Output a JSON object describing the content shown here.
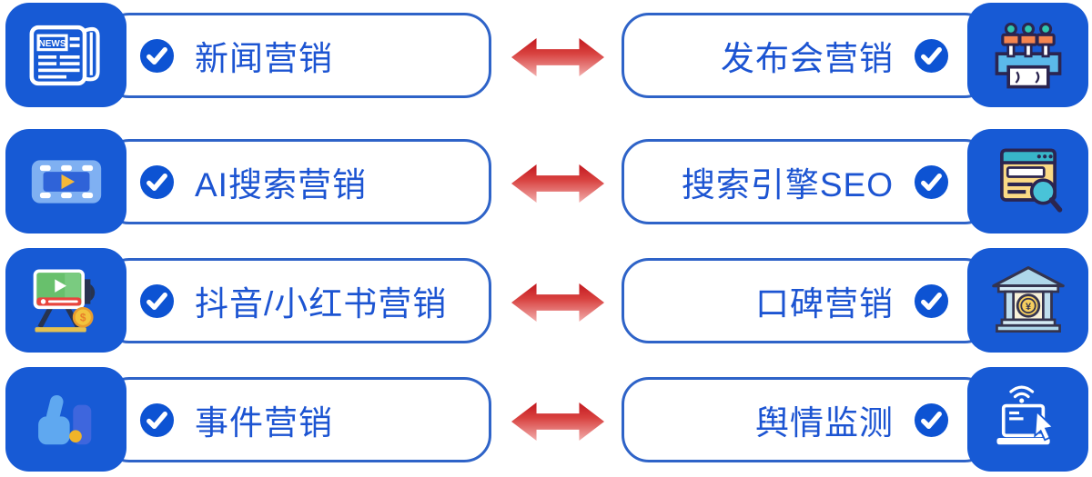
{
  "rows": [
    {
      "left": {
        "label": "新闻营销",
        "icon": "newspaper-icon"
      },
      "right": {
        "label": "发布会营销",
        "icon": "press-conference-icon"
      }
    },
    {
      "left": {
        "label": "AI搜索营销",
        "icon": "film-strip-icon"
      },
      "right": {
        "label": "搜索引擎SEO",
        "icon": "seo-browser-icon"
      }
    },
    {
      "left": {
        "label": "抖音/小红书营销",
        "icon": "video-camera-icon"
      },
      "right": {
        "label": "口碑营销",
        "icon": "bank-icon"
      }
    },
    {
      "left": {
        "label": "事件营销",
        "icon": "thumbs-up-icon"
      },
      "right": {
        "label": "舆情监测",
        "icon": "laptop-monitor-icon"
      }
    }
  ],
  "icon_text": {
    "news": "NEWS",
    "dollar": "$",
    "yuan": "¥"
  },
  "colors": {
    "tile_blue": "#175ad5",
    "text_blue": "#1c54d2",
    "pill_border_blue": "#2e63c8",
    "check_blue": "#0d53d3",
    "arrow_dark_red": "#c2181e",
    "arrow_light_red": "#f2adac"
  }
}
